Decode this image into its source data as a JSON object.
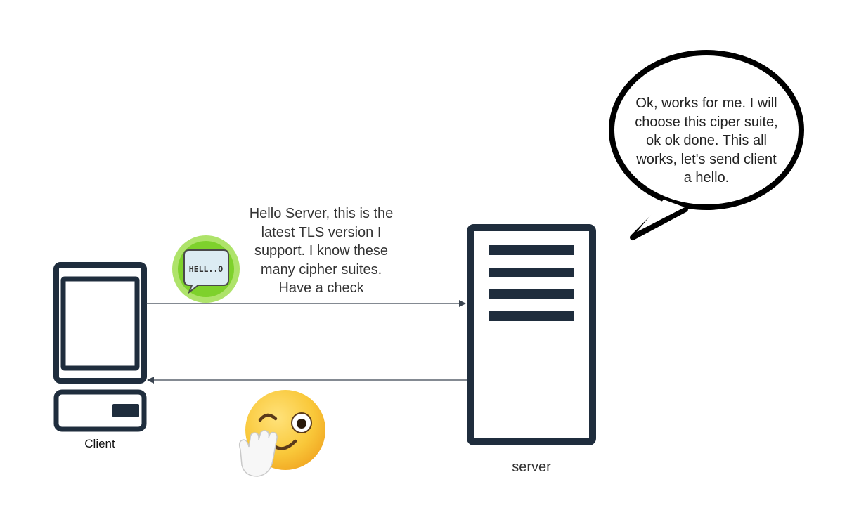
{
  "colors": {
    "device": "#1f2d3d",
    "arrow": "#3a4450",
    "badge_outer": "#aee36a",
    "badge_inner": "#7ed12c",
    "badge_bubble": "#dcecf3",
    "emoji_face": "#f7c234"
  },
  "client": {
    "label": "Client"
  },
  "server": {
    "label": "server"
  },
  "request_message": {
    "text": "Hello Server, this is the\nlatest  TLS version I\nsupport. I know these\nmany cipher suites.\nHave a check"
  },
  "hello_badge": {
    "text": "HELL..O"
  },
  "server_thought": {
    "text": "Ok, works for me. I will\nchoose this ciper suite,\nok ok done. This all\nworks, let's send client\na hello."
  },
  "icons": {
    "client": "desktop-computer-icon",
    "server": "server-tower-icon",
    "badge": "hello-chat-bubble-icon",
    "emoji": "winking-face-waving-hand-icon"
  }
}
